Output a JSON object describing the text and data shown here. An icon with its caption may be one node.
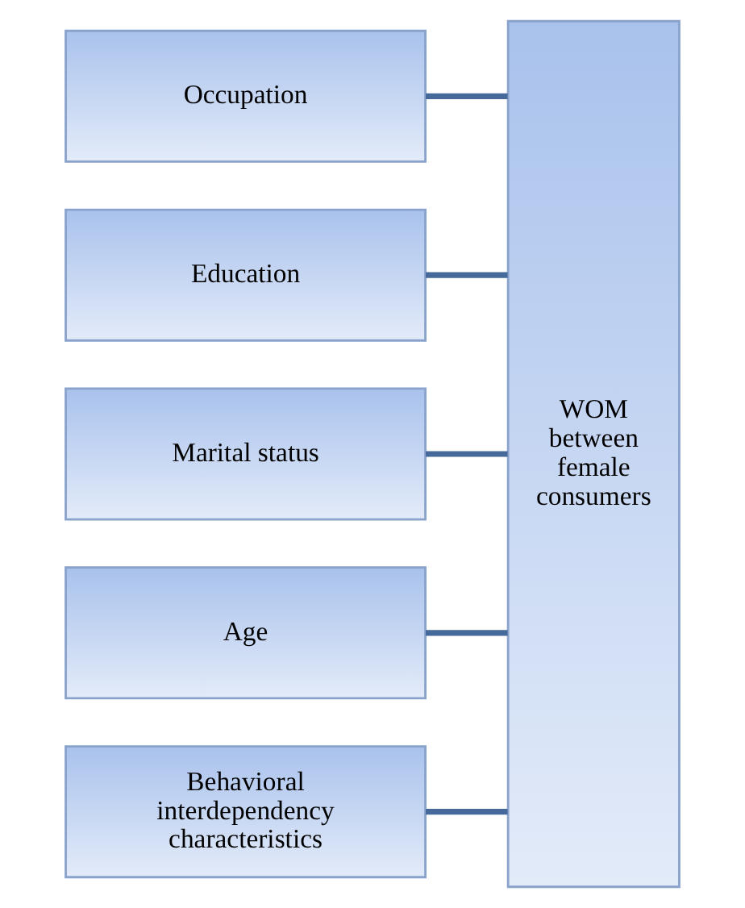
{
  "diagram": {
    "nodes": [
      {
        "text": [
          "Occupation"
        ]
      },
      {
        "text": [
          "Education"
        ]
      },
      {
        "text": [
          "Marital status"
        ]
      },
      {
        "text": [
          "Age"
        ]
      },
      {
        "text": [
          "Behavioral interdependency characteristics"
        ]
      },
      {
        "text": [
          "WOM  between female consumers"
        ]
      }
    ],
    "edges": [
      {
        "from": 0,
        "to": 5,
        "arrow": "none"
      },
      {
        "from": 1,
        "to": 5,
        "arrow": "none"
      },
      {
        "from": 2,
        "to": 5,
        "arrow": "none"
      },
      {
        "from": 3,
        "to": 5,
        "arrow": "none"
      },
      {
        "from": 4,
        "to": 5,
        "arrow": "none"
      }
    ]
  }
}
